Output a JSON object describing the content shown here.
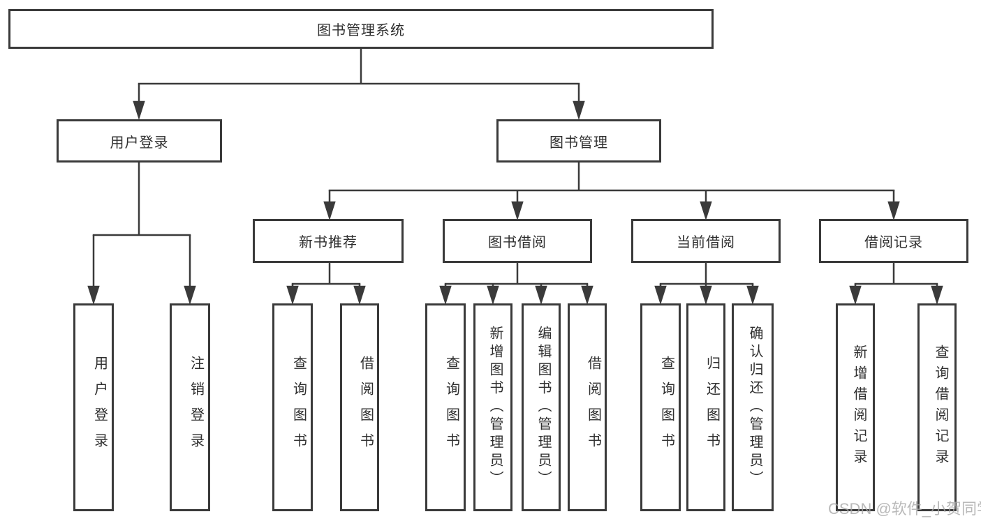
{
  "watermark": {
    "text": "CSDN @软件_小贺同学"
  },
  "tree": {
    "root": {
      "label": "图书管理系统"
    },
    "children": [
      {
        "label": "用户登录",
        "children": [
          {
            "label": "用户登录"
          },
          {
            "label": "注销登录"
          }
        ]
      },
      {
        "label": "图书管理",
        "children": [
          {
            "label": "新书推荐",
            "children": [
              {
                "label": "查询图书"
              },
              {
                "label": "借阅图书"
              }
            ]
          },
          {
            "label": "图书借阅",
            "children": [
              {
                "label": "查询图书"
              },
              {
                "label": "新增图书（管理员）"
              },
              {
                "label": "编辑图书（管理员）"
              },
              {
                "label": "借阅图书"
              }
            ]
          },
          {
            "label": "当前借阅",
            "children": [
              {
                "label": "查询图书"
              },
              {
                "label": "归还图书"
              },
              {
                "label": "确认归还（管理员）"
              }
            ]
          },
          {
            "label": "借阅记录",
            "children": [
              {
                "label": "新增借阅记录"
              },
              {
                "label": "查询借阅记录"
              }
            ]
          }
        ]
      }
    ]
  },
  "colors": {
    "line": "#3a3a3a",
    "text": "#2f2f2f",
    "watermark": "#a8a8a8"
  }
}
